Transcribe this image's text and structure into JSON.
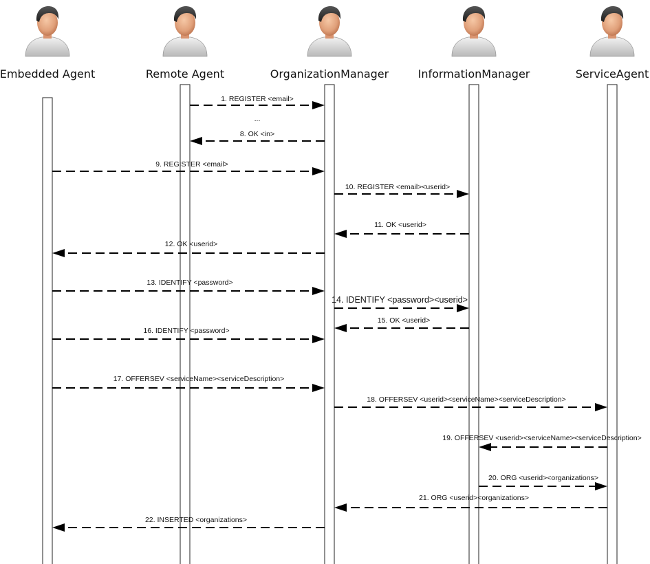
{
  "actors": [
    {
      "id": "embedded",
      "label": "Embedded Agent"
    },
    {
      "id": "remote",
      "label": "Remote Agent"
    },
    {
      "id": "org",
      "label": "OrganizationManager"
    },
    {
      "id": "info",
      "label": "InformationManager"
    },
    {
      "id": "service",
      "label": "ServiceAgent"
    }
  ],
  "ellipsis": "...",
  "messages": [
    {
      "label": "1. REGISTER <email>",
      "from": "remote",
      "to": "org"
    },
    {
      "label": "8. OK <in>",
      "from": "org",
      "to": "remote"
    },
    {
      "label": "9. REGISTER <email>",
      "from": "embedded",
      "to": "org"
    },
    {
      "label": "10. REGISTER <email><userid>",
      "from": "org",
      "to": "info"
    },
    {
      "label": "11. OK <userid>",
      "from": "info",
      "to": "org"
    },
    {
      "label": "12. OK <userid>",
      "from": "org",
      "to": "embedded"
    },
    {
      "label": "13. IDENTIFY <password>",
      "from": "embedded",
      "to": "org"
    },
    {
      "label": "14. IDENTIFY <password><userid>",
      "from": "org",
      "to": "info"
    },
    {
      "label": "15. OK <userid>",
      "from": "info",
      "to": "org"
    },
    {
      "label": "16. IDENTIFY <password>",
      "from": "embedded",
      "to": "org"
    },
    {
      "label": "17. OFFERSEV <serviceName><serviceDescription>",
      "from": "embedded",
      "to": "org"
    },
    {
      "label": "18. OFFERSEV <userid><serviceName><serviceDescription>",
      "from": "org",
      "to": "service"
    },
    {
      "label": "19. OFFERSEV <userid><serviceName><serviceDescription>",
      "from": "service",
      "to": "info"
    },
    {
      "label": "20. ORG <userid><organizations>",
      "from": "info",
      "to": "service"
    },
    {
      "label": "21. ORG <userid><organizations>",
      "from": "service",
      "to": "org"
    },
    {
      "label": "22. INSERTED <organizations>",
      "from": "org",
      "to": "embedded"
    }
  ]
}
